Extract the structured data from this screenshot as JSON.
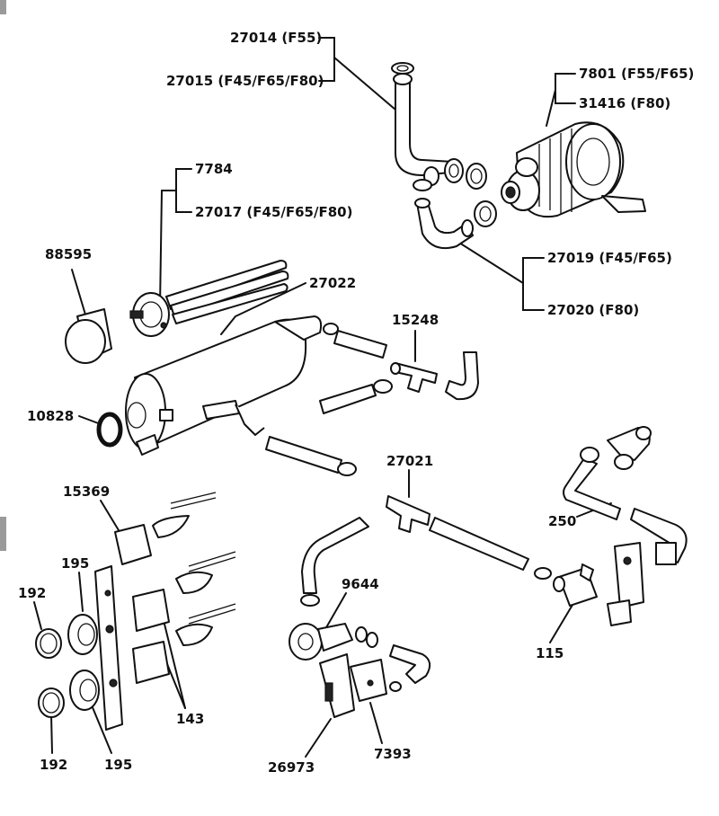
{
  "labels": {
    "l27014": "27014 (F55)",
    "l27015": "27015 (F45/F65/F80)",
    "l7801": "7801 (F55/F65)",
    "l31416": "31416 (F80)",
    "l7784": "7784",
    "l27017": "27017 (F45/F65/F80)",
    "l88595": "88595",
    "l27022": "27022",
    "l27019": "27019 (F45/F65)",
    "l27020": "27020 (F80)",
    "l15248": "15248",
    "l10828": "10828",
    "l27021": "27021",
    "l15369": "15369",
    "l250": "250",
    "l195a": "195",
    "l192a": "192",
    "l9644": "9644",
    "l143": "143",
    "l115": "115",
    "l192b": "192",
    "l195b": "195",
    "l26973": "26973",
    "l7393": "7393"
  }
}
